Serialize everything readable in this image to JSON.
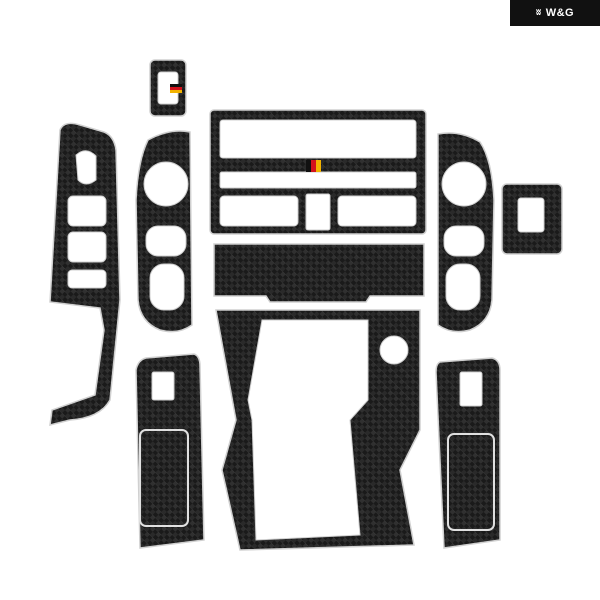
{
  "brand": {
    "logo_mark": "ʬ",
    "name": "W&G"
  },
  "colors": {
    "background": "#ffffff",
    "carbon_dark": "#1a1a1a",
    "carbon_mid": "#2c2c2c",
    "carbon_light": "#4a4a4a",
    "silver_trim": "#d8d8d8",
    "stripe_black": "#111111",
    "stripe_red": "#d3121c",
    "stripe_gold": "#f2b300"
  },
  "pieces": [
    "window-switch-panel-left",
    "small-badge-trim-top",
    "left-vent-surround",
    "center-dashboard-frame",
    "right-vent-surround",
    "small-switch-trim-right",
    "center-console-strip",
    "gear-shift-panel",
    "rear-door-switch-left",
    "rear-door-switch-right"
  ]
}
